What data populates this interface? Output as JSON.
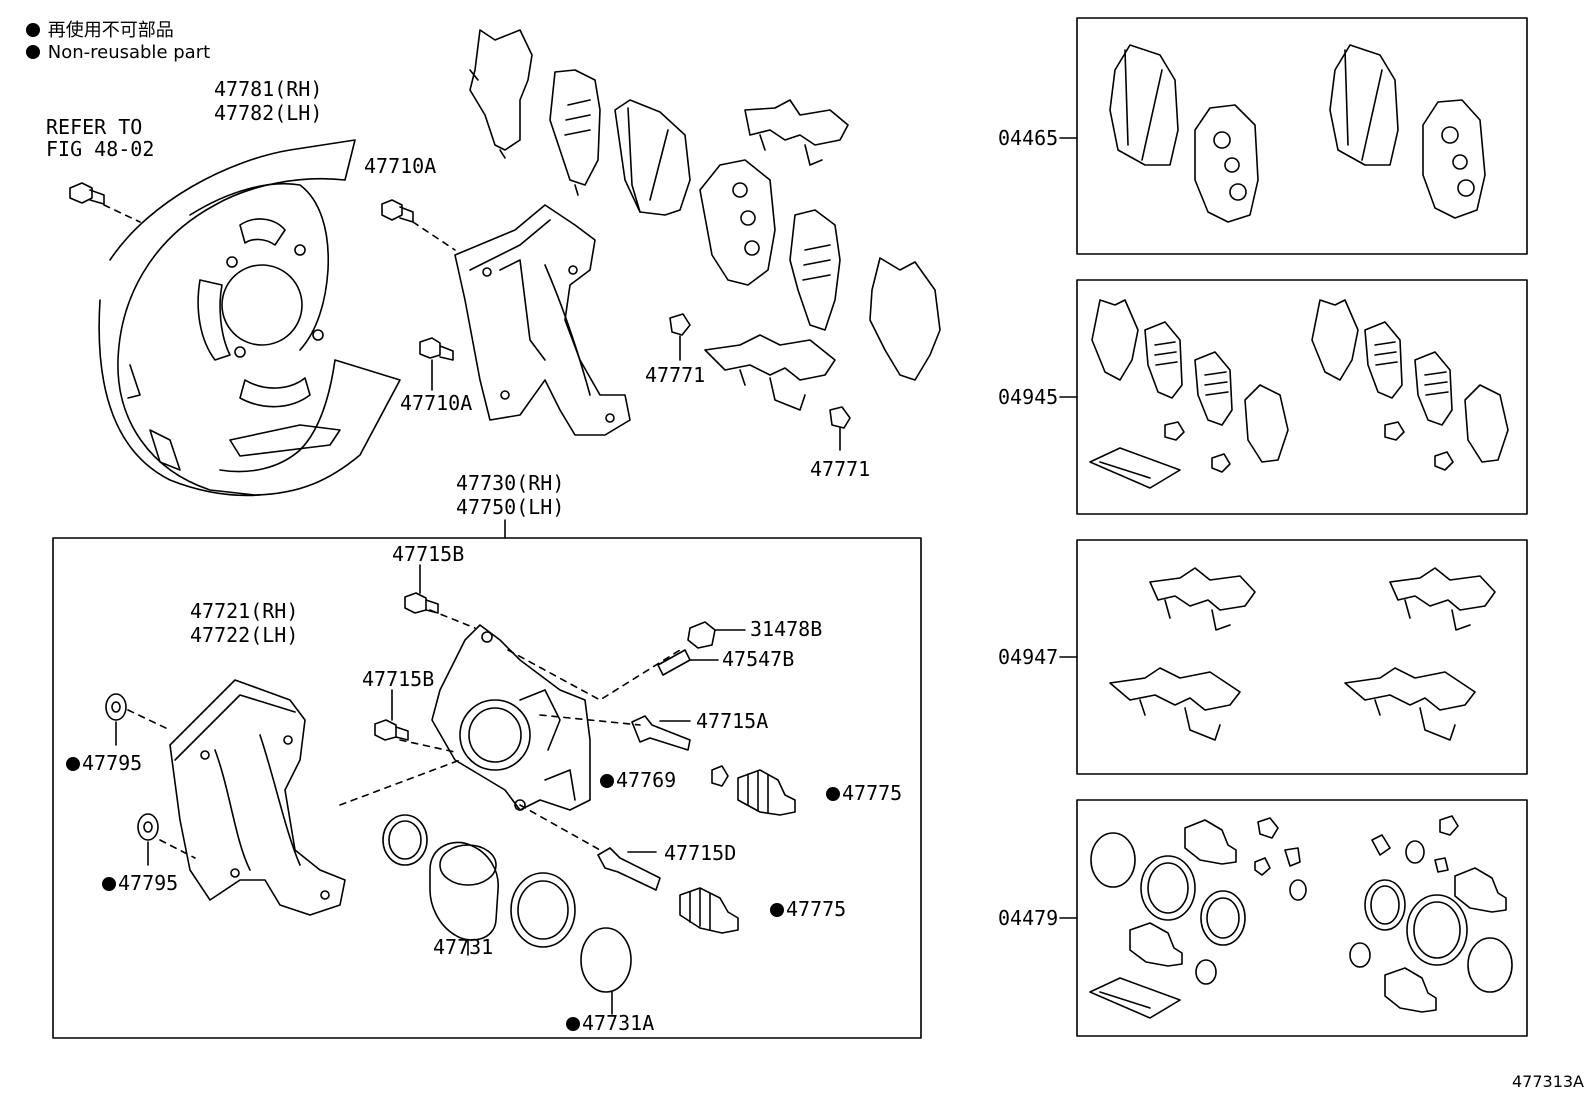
{
  "legend": {
    "jp": "再使用不可部品",
    "en": "Non-reusable part"
  },
  "refer": {
    "line1": "REFER TO",
    "line2": "FIG 48-02"
  },
  "shield": {
    "rh": "47781(RH)",
    "lh": "47782(LH)"
  },
  "mount_bolt_a1": "47710A",
  "mount_bolt_a2": "47710A",
  "clip_1": "47771",
  "clip_2": "47771",
  "caliper_assy": {
    "rh": "47730(RH)",
    "lh": "47750(LH)"
  },
  "torque_plate": {
    "rh": "47721(RH)",
    "lh": "47722(LH)"
  },
  "bolt_b1": "47715B",
  "bolt_b2": "47715B",
  "bleeder_cap": "31478B",
  "bleeder_plug": "47547B",
  "pin_a": "47715A",
  "pin_d": "47715D",
  "bushing": "47769",
  "boot_1": "47775",
  "boot_2": "47775",
  "washer_1": "47795",
  "washer_2": "47795",
  "piston": "47731",
  "piston_seal": "47731A",
  "kits": {
    "pads": "04465",
    "shims": "04945",
    "fitting": "04947",
    "seal_kit": "04479"
  },
  "figure_ref": "477313A",
  "colors": {
    "line": "#000000",
    "background": "#ffffff"
  }
}
